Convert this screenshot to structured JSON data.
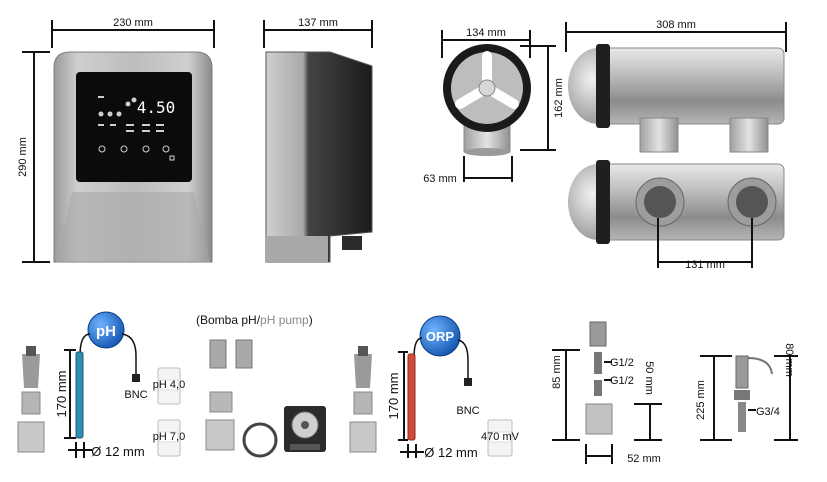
{
  "controller": {
    "width_label": "230 mm",
    "height_label": "290 mm",
    "depth_label": "137 mm",
    "display_value": "4.50"
  },
  "cell": {
    "diameter_label": "134 mm",
    "height_label": "162 mm",
    "port_label": "63 mm",
    "length_label": "308 mm",
    "port_spacing_label": "131 mm"
  },
  "ph_kit": {
    "badge": "pH",
    "length_label": "170 mm",
    "diameter_label": "Ø 12 mm",
    "connector_label": "BNC",
    "buffer_1": "pH 4,0",
    "buffer_2": "pH 7,0"
  },
  "pump": {
    "caption_main": "(Bomba pH/",
    "caption_alt": "pH pump",
    "caption_close": ")"
  },
  "orp_kit": {
    "badge": "ORP",
    "length_label": "170 mm",
    "diameter_label": "Ø 12 mm",
    "connector_label": "BNC",
    "buffer": "470 mV"
  },
  "probe_holder": {
    "height_label": "85 mm",
    "thread_1": "G1/2",
    "thread_2": "G1/2",
    "inner_label": "50 mm",
    "width_label": "52 mm"
  },
  "injector": {
    "height_label": "225 mm",
    "top_label": "80 mm",
    "thread_label": "G3/4"
  },
  "colors": {
    "ph_badge": "#1f6fd1",
    "orp_badge": "#1f6fd1",
    "ph_probe": "#2e8fb0",
    "orp_probe": "#d24a3a"
  }
}
